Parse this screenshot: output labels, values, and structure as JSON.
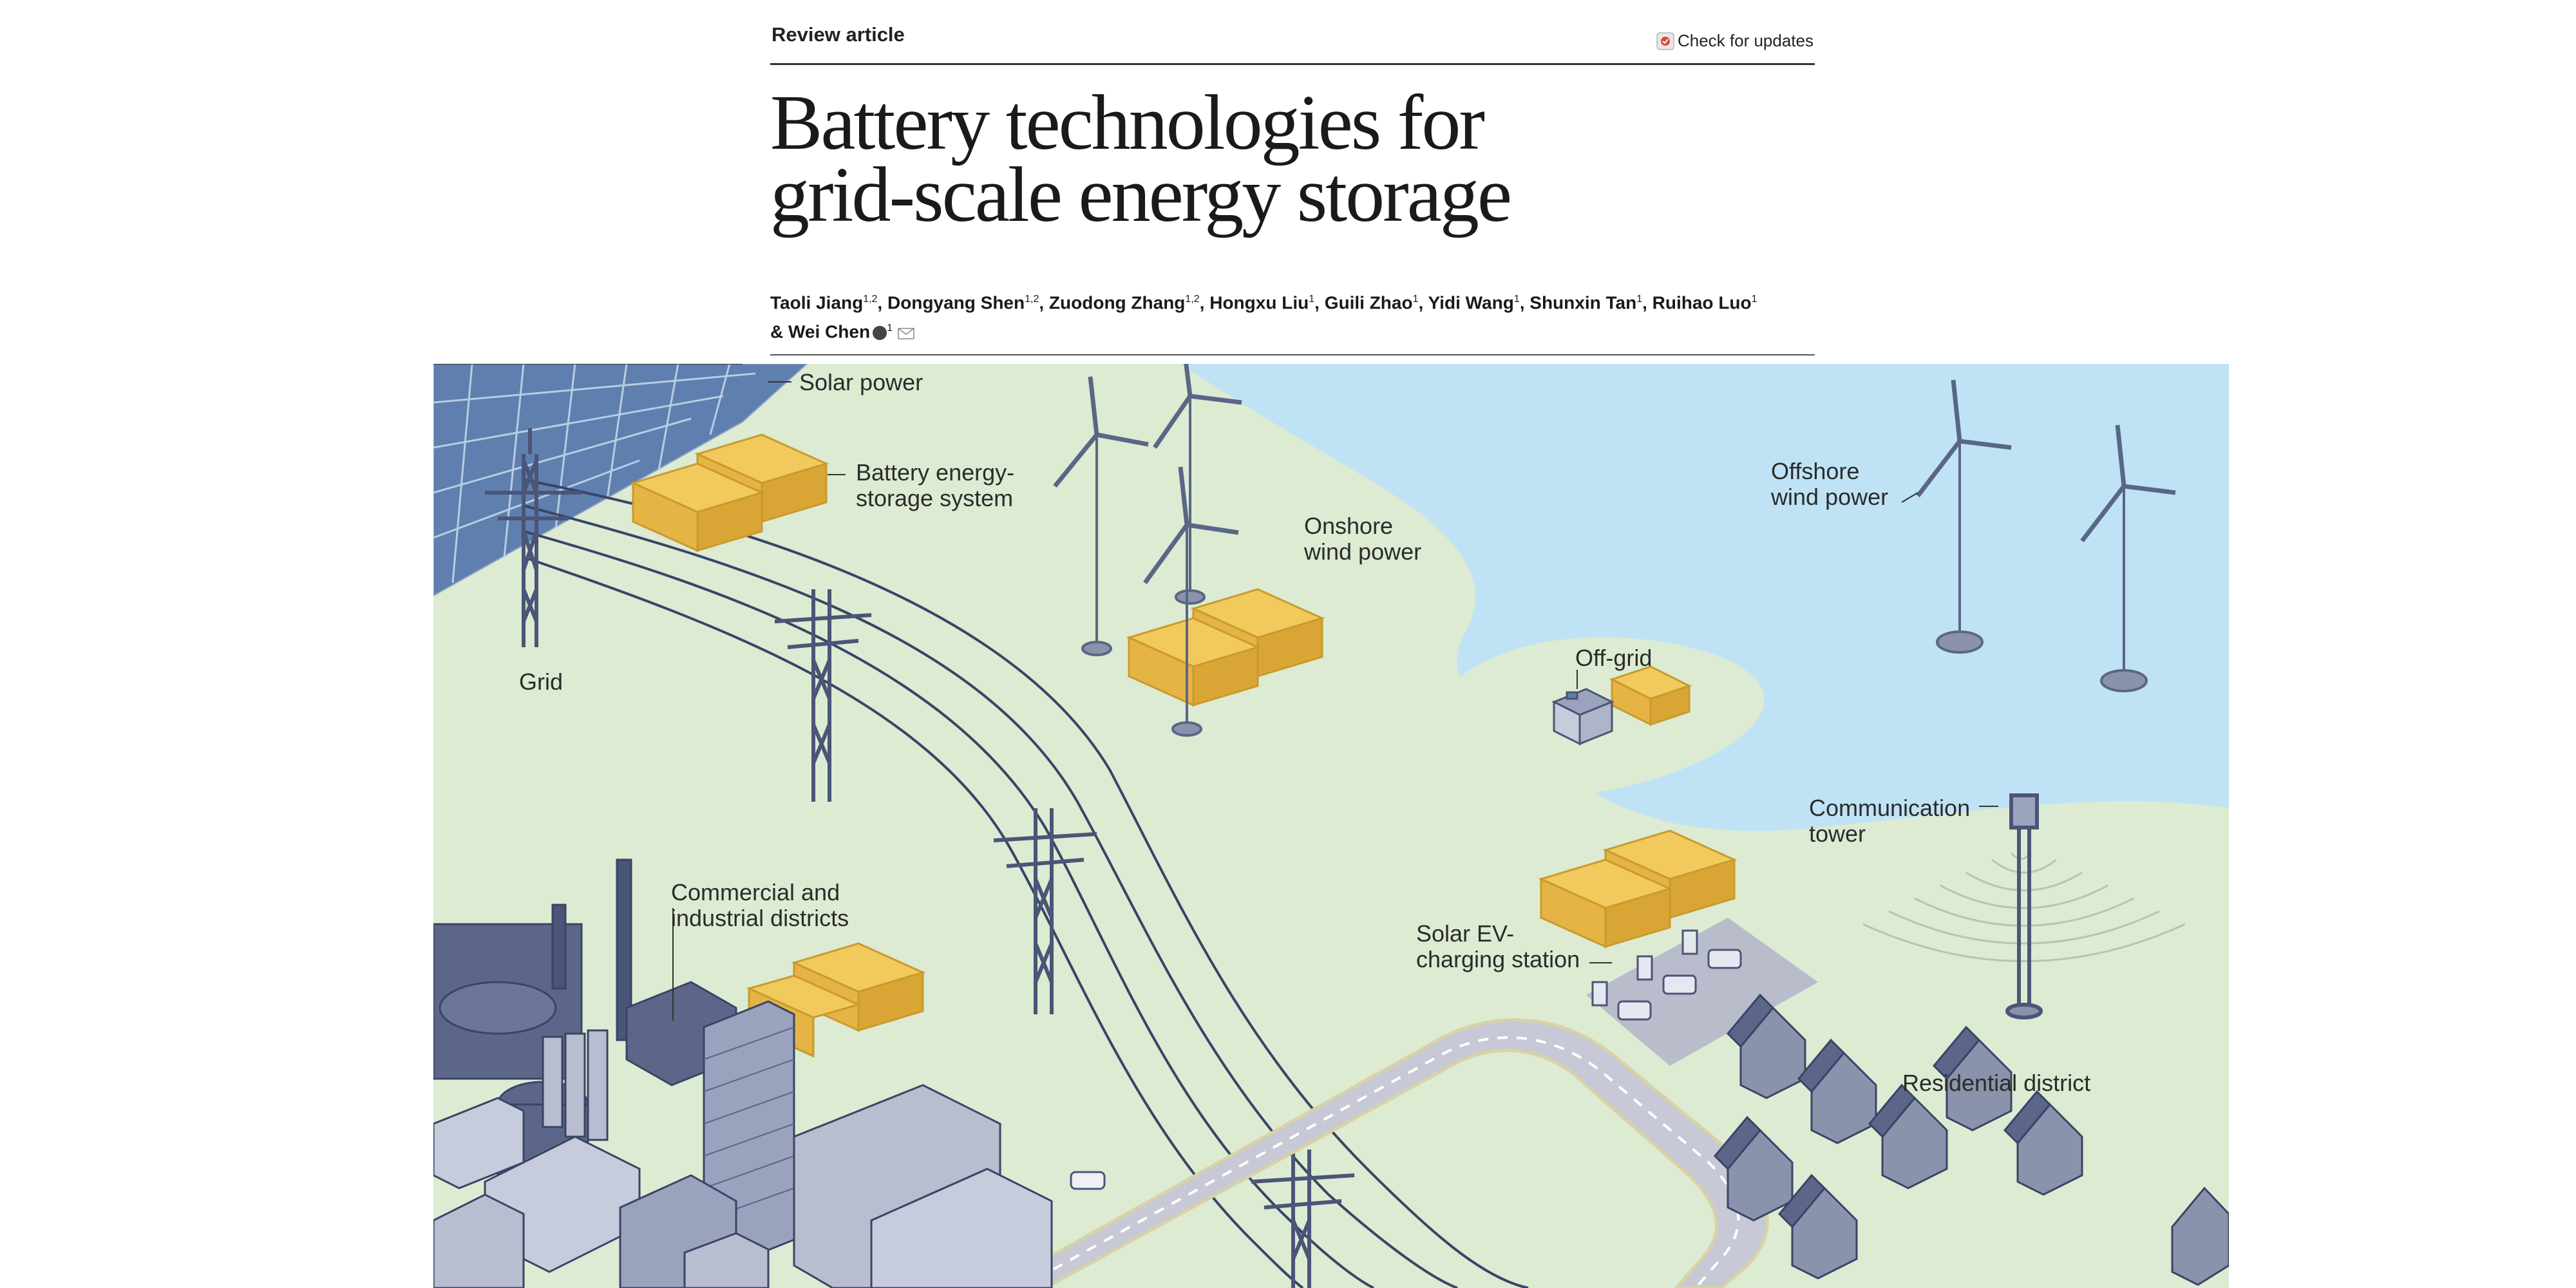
{
  "header": {
    "article_type": "Review article",
    "check_updates": "Check for updates"
  },
  "title": {
    "line1": "Battery technologies for",
    "line2": "grid-scale energy storage"
  },
  "authors": [
    {
      "name": "Taoli Jiang",
      "aff": "1,2"
    },
    {
      "name": "Dongyang Shen",
      "aff": "1,2"
    },
    {
      "name": "Zuodong Zhang",
      "aff": "1,2"
    },
    {
      "name": "Hongxu Liu",
      "aff": "1"
    },
    {
      "name": "Guili Zhao",
      "aff": "1"
    },
    {
      "name": "Yidi Wang",
      "aff": "1"
    },
    {
      "name": "Shunxin Tan",
      "aff": "1"
    },
    {
      "name": "Ruihao Luo",
      "aff": "1"
    },
    {
      "name": "Wei Chen",
      "aff": "1"
    }
  ],
  "figure": {
    "labels": {
      "solar_power": "Solar power",
      "bess_1": "Battery energy-",
      "bess_2": "storage system",
      "grid": "Grid",
      "onshore_1": "Onshore",
      "onshore_2": "wind power",
      "offshore_1": "Offshore",
      "offshore_2": "wind power",
      "offgrid": "Off-grid",
      "comm_1": "Communication",
      "comm_2": "tower",
      "commercial_1": "Commercial and",
      "commercial_2": "industrial districts",
      "ev_1": "Solar EV-",
      "ev_2": "charging station",
      "residential": "Residential district"
    },
    "colors": {
      "land": "#dcebd2",
      "water": "#bfe3f5",
      "battery": "#f2c95c",
      "structure": "#4a5577",
      "road": "#c7c9d6"
    }
  }
}
